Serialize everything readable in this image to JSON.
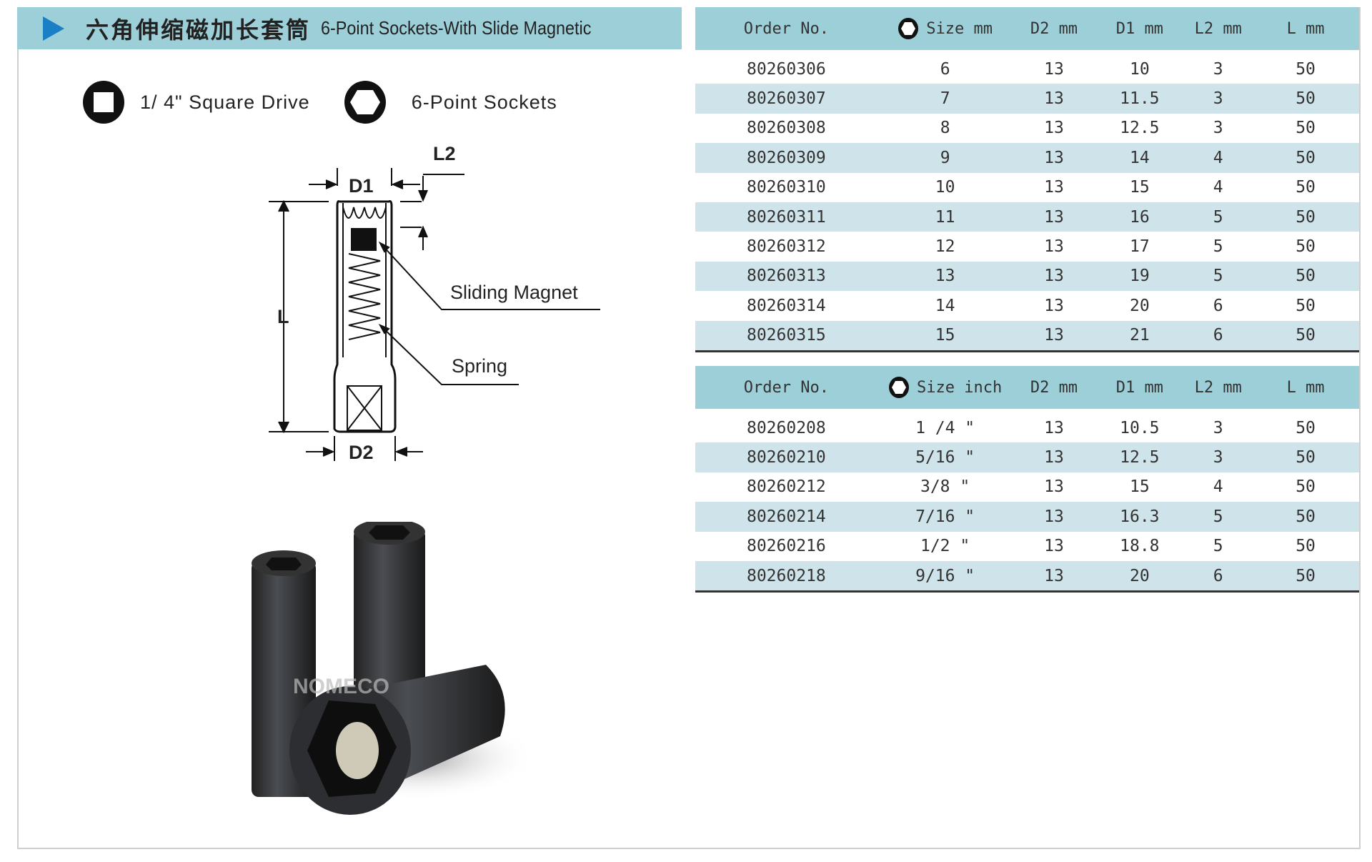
{
  "header": {
    "title_cn": "六角伸缩磁加长套筒",
    "title_en": "6-Point Sockets-With Slide Magnetic"
  },
  "legend": {
    "drive": "1/ 4\"  Square Drive",
    "type": "6-Point Sockets"
  },
  "diagram": {
    "d1": "D1",
    "d2": "D2",
    "l2": "L2",
    "l": "L",
    "magnet": "Sliding Magnet",
    "spring": "Spring"
  },
  "photo": {
    "watermark": "NOMECO"
  },
  "table_mm": {
    "headers": [
      "Order No.",
      "Size mm",
      "D2 mm",
      "D1 mm",
      "L2 mm",
      "L mm"
    ],
    "rows": [
      [
        "80260306",
        "6",
        "13",
        "10",
        "3",
        "50"
      ],
      [
        "80260307",
        "7",
        "13",
        "11.5",
        "3",
        "50"
      ],
      [
        "80260308",
        "8",
        "13",
        "12.5",
        "3",
        "50"
      ],
      [
        "80260309",
        "9",
        "13",
        "14",
        "4",
        "50"
      ],
      [
        "80260310",
        "10",
        "13",
        "15",
        "4",
        "50"
      ],
      [
        "80260311",
        "11",
        "13",
        "16",
        "5",
        "50"
      ],
      [
        "80260312",
        "12",
        "13",
        "17",
        "5",
        "50"
      ],
      [
        "80260313",
        "13",
        "13",
        "19",
        "5",
        "50"
      ],
      [
        "80260314",
        "14",
        "13",
        "20",
        "6",
        "50"
      ],
      [
        "80260315",
        "15",
        "13",
        "21",
        "6",
        "50"
      ]
    ]
  },
  "table_inch": {
    "headers": [
      "Order No.",
      "Size inch",
      "D2 mm",
      "D1 mm",
      "L2 mm",
      "L mm"
    ],
    "rows": [
      [
        "80260208",
        "1 /4 \"",
        "13",
        "10.5",
        "3",
        "50"
      ],
      [
        "80260210",
        "5/16 \"",
        "13",
        "12.5",
        "3",
        "50"
      ],
      [
        "80260212",
        "3/8 \"",
        "13",
        "15",
        "4",
        "50"
      ],
      [
        "80260214",
        "7/16 \"",
        "13",
        "16.3",
        "5",
        "50"
      ],
      [
        "80260216",
        "1/2 \"",
        "13",
        "18.8",
        "5",
        "50"
      ],
      [
        "80260218",
        "9/16 \"",
        "13",
        "20",
        "6",
        "50"
      ]
    ]
  }
}
